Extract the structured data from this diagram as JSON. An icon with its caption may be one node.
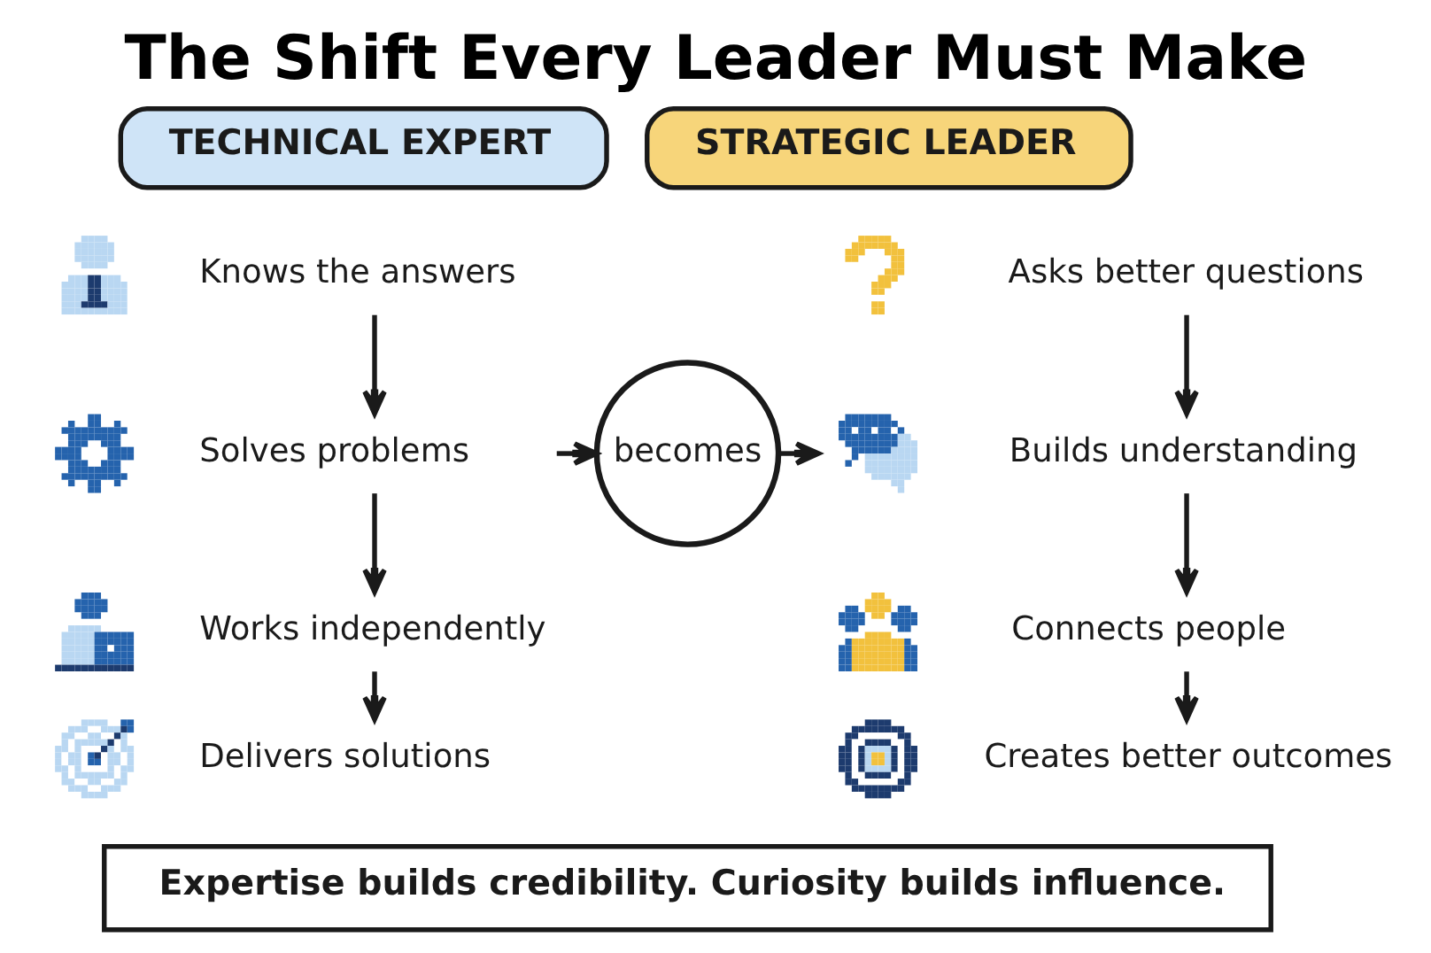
{
  "diagram": {
    "title": "The Shift Every Leader Must Make",
    "nodes": [
      {
        "text": [
          "TECHNICAL EXPERT"
        ]
      },
      {
        "text": [],
        "shape": "picture"
      },
      {
        "text": [
          "Knows the answers"
        ]
      },
      {
        "text": [],
        "shape": "picture"
      },
      {
        "text": [
          "Solves problems"
        ]
      },
      {
        "text": [],
        "shape": "picture"
      },
      {
        "text": [
          "Works independently"
        ]
      },
      {
        "text": [],
        "shape": "picture"
      },
      {
        "text": [
          "Delivers solutions"
        ]
      },
      {
        "text": [
          "becomes"
        ]
      },
      {
        "text": [
          "STRATEGIC LEADER"
        ]
      },
      {
        "text": [],
        "shape": "picture"
      },
      {
        "text": [
          "Asks better questions"
        ]
      },
      {
        "text": [],
        "shape": "picture"
      },
      {
        "text": [
          "Builds understanding"
        ]
      },
      {
        "text": [],
        "shape": "picture"
      },
      {
        "text": [
          "Connects people"
        ]
      },
      {
        "text": [],
        "shape": "picture"
      },
      {
        "text": [
          "Creates better outcomes"
        ]
      },
      {
        "text": [
          "Expertise builds credibility. Curiosity builds influence."
        ]
      }
    ],
    "edges": [
      {
        "from": 2,
        "to": 4,
        "arrow": "to"
      },
      {
        "from": 4,
        "to": 6,
        "arrow": "to"
      },
      {
        "from": 6,
        "to": 8,
        "arrow": "to"
      },
      {
        "from": 4,
        "to": 9,
        "arrow": "to"
      },
      {
        "from": 9,
        "to": 13,
        "arrow": "to"
      },
      {
        "from": 12,
        "to": 14,
        "arrow": "to"
      },
      {
        "from": 14,
        "to": 16,
        "arrow": "to"
      },
      {
        "from": 16,
        "to": 18,
        "arrow": "to"
      }
    ]
  }
}
